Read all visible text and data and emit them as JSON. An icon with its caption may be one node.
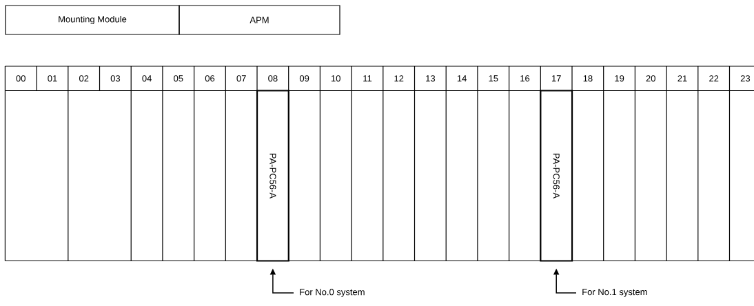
{
  "diagram": {
    "nodes": [
      {
        "text": [
          "Mounting Module"
        ]
      },
      {
        "text": [
          "APM"
        ]
      },
      {
        "text": [
          "PA-PC56-A"
        ]
      },
      {
        "text": [
          "PA-PC56-A"
        ]
      },
      {
        "text": [
          "For No.0 system"
        ]
      },
      {
        "text": [
          "For No.1 system"
        ]
      }
    ],
    "edges": [
      {
        "from": 4,
        "to": 2,
        "arrow": "to"
      },
      {
        "from": 5,
        "to": 3,
        "arrow": "to"
      }
    ],
    "labels": [
      "00",
      "01",
      "02",
      "03",
      "04",
      "05",
      "06",
      "07",
      "08",
      "09",
      "10",
      "11",
      "12",
      "13",
      "14",
      "15",
      "16",
      "17",
      "18",
      "19",
      "20",
      "21",
      "22",
      "23"
    ]
  }
}
